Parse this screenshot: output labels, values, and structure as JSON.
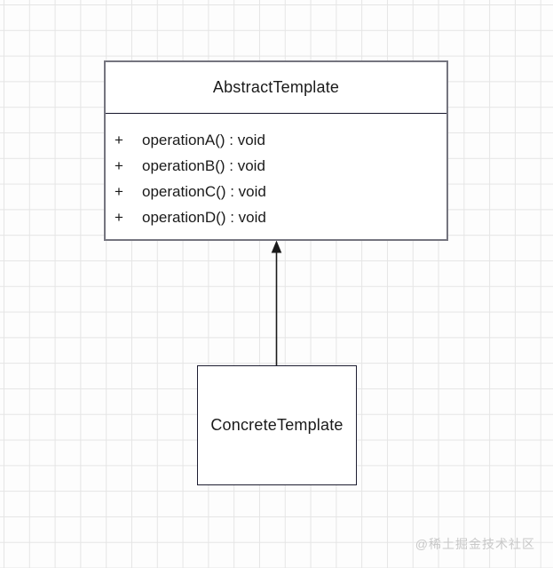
{
  "canvas": {
    "watermark": "@稀土掘金技术社区"
  },
  "colors": {
    "background": "#fdfdfd",
    "grid_line": "#e5e5e5",
    "box_fill": "#ffffff",
    "abstract_box_border": "#75757f",
    "concrete_box_border": "#1d1d31",
    "divider": "#15152a",
    "text": "#1a1a1a",
    "arrow": "#1a1a1a",
    "watermark": "#c8c8c8"
  },
  "diagram": {
    "abstract_class": {
      "name": "AbstractTemplate",
      "methods": [
        {
          "visibility": "+",
          "signature": "operationA() : void"
        },
        {
          "visibility": "+",
          "signature": "operationB() : void"
        },
        {
          "visibility": "+",
          "signature": "operationC() : void"
        },
        {
          "visibility": "+",
          "signature": "operationD() : void"
        }
      ]
    },
    "concrete_class": {
      "name": "ConcreteTemplate"
    },
    "relationship": {
      "type": "inheritance",
      "from": "ConcreteTemplate",
      "to": "AbstractTemplate"
    }
  }
}
